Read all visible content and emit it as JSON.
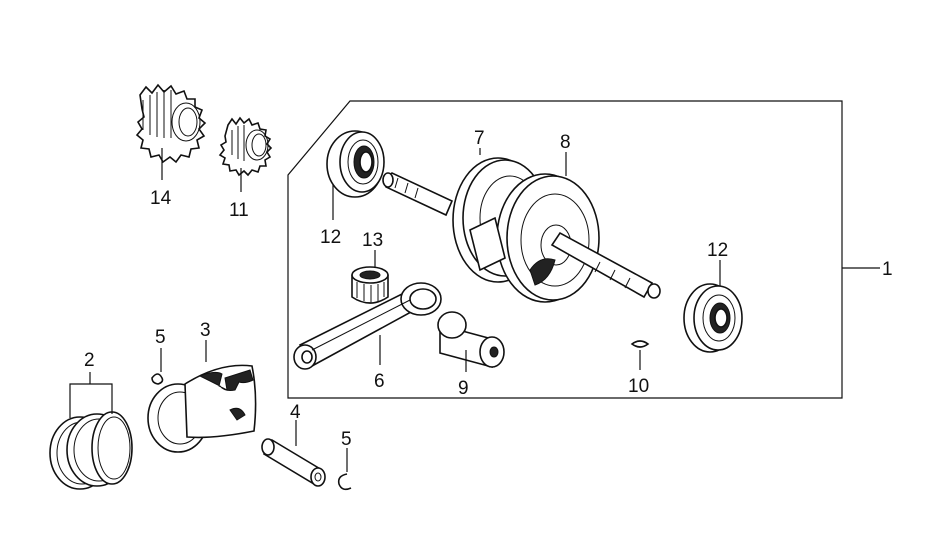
{
  "callouts": {
    "c1": "1",
    "c2": "2",
    "c3": "3",
    "c4": "4",
    "c5a": "5",
    "c5b": "5",
    "c6": "6",
    "c7": "7",
    "c8": "8",
    "c9": "9",
    "c10": "10",
    "c11": "11",
    "c12a": "12",
    "c12b": "12",
    "c13": "13",
    "c14": "14"
  },
  "colors": {
    "line": "#111111",
    "background": "#ffffff"
  }
}
